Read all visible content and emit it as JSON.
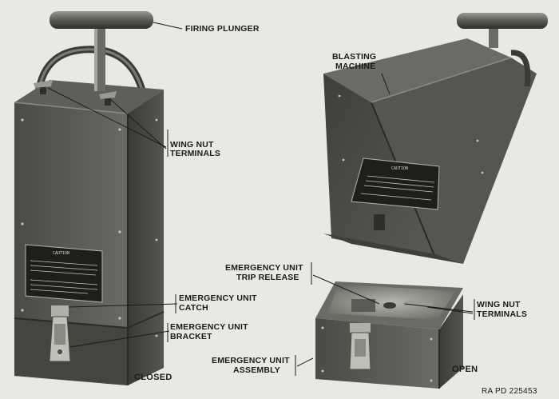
{
  "labels": {
    "firing_plunger": "FIRING PLUNGER",
    "wing_nut_left_1": "WING NUT",
    "wing_nut_left_2": "TERMINALS",
    "blasting_1": "BLASTING",
    "blasting_2": "MACHINE",
    "emergency_catch_1": "EMERGENCY UNIT",
    "emergency_catch_2": "CATCH",
    "emergency_bracket_1": "EMERGENCY UNIT",
    "emergency_bracket_2": "BRACKET",
    "trip_release_1": "EMERGENCY UNIT",
    "trip_release_2": "TRIP RELEASE",
    "wing_nut_right_1": "WING NUT",
    "wing_nut_right_2": "TERMINALS",
    "assembly_1": "EMERGENCY UNIT",
    "assembly_2": "ASSEMBLY"
  },
  "captions": {
    "closed": "CLOSED",
    "open": "OPEN",
    "ref": "RA PD 225453"
  },
  "plates": {
    "caution": "CAUTION"
  }
}
